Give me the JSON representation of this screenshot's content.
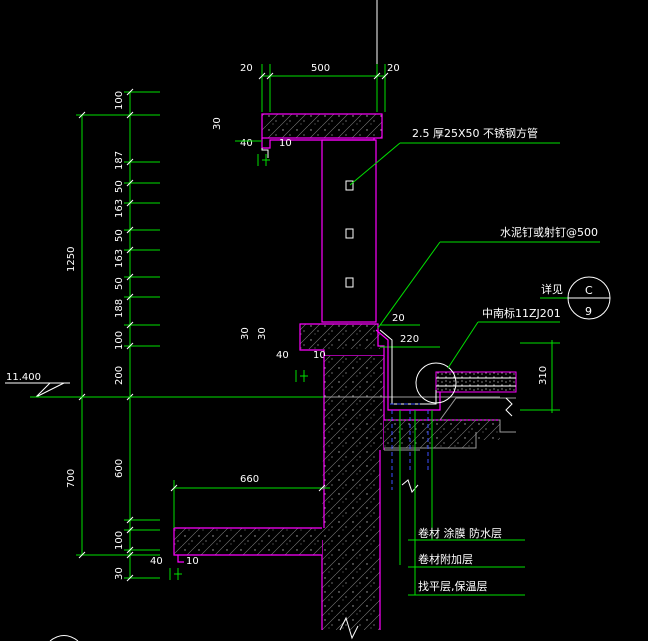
{
  "dims_top": {
    "left": "20",
    "mid": "500",
    "right": "20"
  },
  "dims_left_outer": {
    "a": "1250",
    "b": "700"
  },
  "dims_left_inner": [
    "100",
    "187",
    "50",
    "163",
    "50",
    "163",
    "50",
    "188",
    "100",
    "200",
    "600",
    "100",
    "30"
  ],
  "dims_small": {
    "d30a": "30",
    "d40a": "40",
    "d10a": "10",
    "d30b": "30",
    "d30c": "30",
    "d40b": "40",
    "d10b": "10",
    "d20": "20",
    "d220": "220",
    "d40c": "40",
    "d10c": "10",
    "d660": "660",
    "d310": "310"
  },
  "level": "11.400",
  "notes": {
    "tube": "2.5  厚25X50  不锈钢方管",
    "nail": "水泥钉或射钉@500",
    "detail_ref": "详见",
    "detail_top": "C",
    "detail_bottom": "9",
    "standard": "中南标11ZJ201",
    "legend_1": "卷材 涂膜 防水层",
    "legend_2": "卷材附加层",
    "legend_3": "找平层,保温层"
  },
  "colors": {
    "bg": "#000000",
    "dimension": "#00e000",
    "outline": "#ff00ff",
    "text": "#ffffff",
    "rebar": "#3b50ff"
  }
}
